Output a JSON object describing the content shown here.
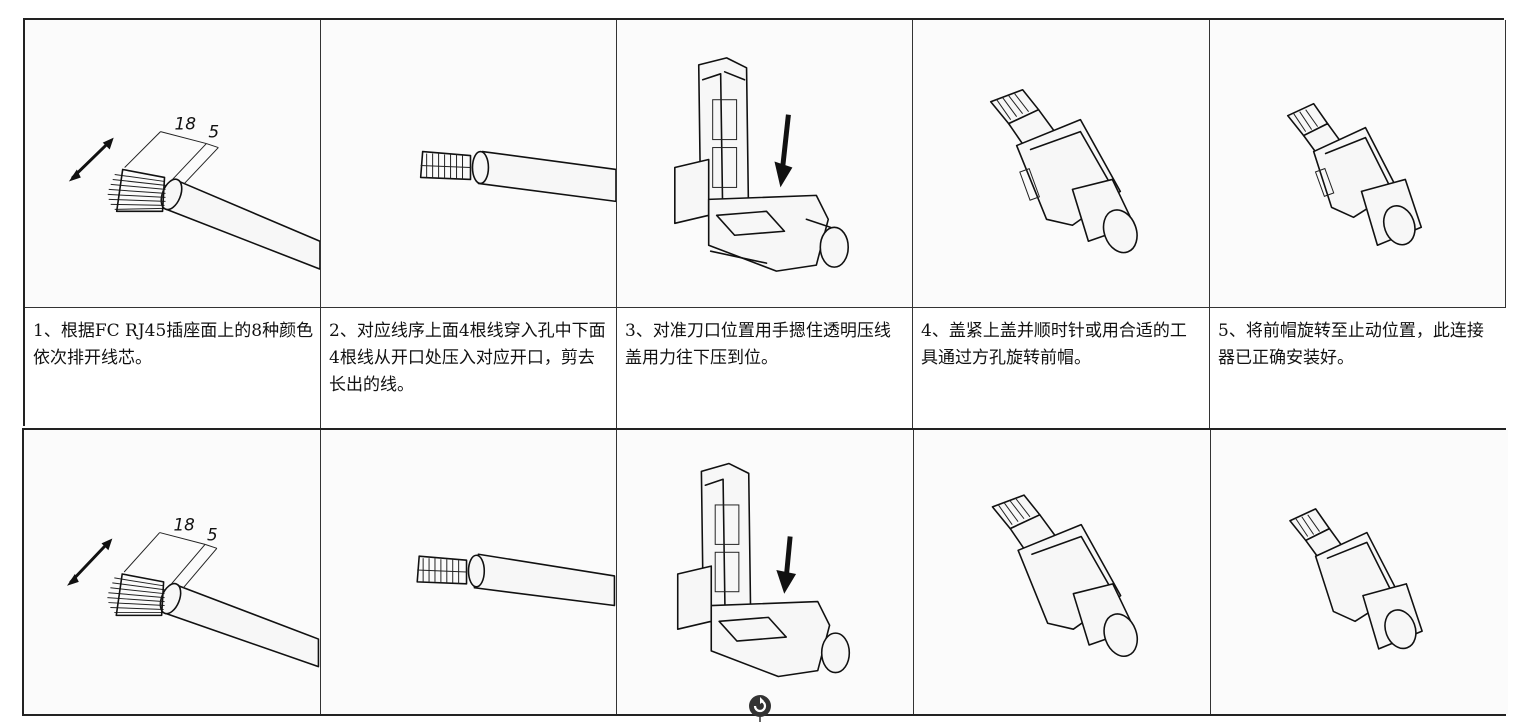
{
  "steps": [
    {
      "text": "1、根据FC RJ45插座面上的8种颜色依次排开线芯。",
      "dim_a": "18",
      "dim_b": "5"
    },
    {
      "text": "2、对应线序上面4根线穿入孔中下面4根线从开口处压入对应开口，剪去长出的线。"
    },
    {
      "text": "3、对准刀口位置用手摁住透明压线盖用力往下压到位。"
    },
    {
      "text": "4、盖紧上盖并顺时针或用合适的工具通过方孔旋转前帽。"
    },
    {
      "text": "5、将前帽旋转至止动位置，此连接器已正确安装好。"
    }
  ],
  "second_row": {
    "dim_a": "18",
    "dim_b": "5"
  },
  "icons": {
    "reload": "reload-icon"
  }
}
